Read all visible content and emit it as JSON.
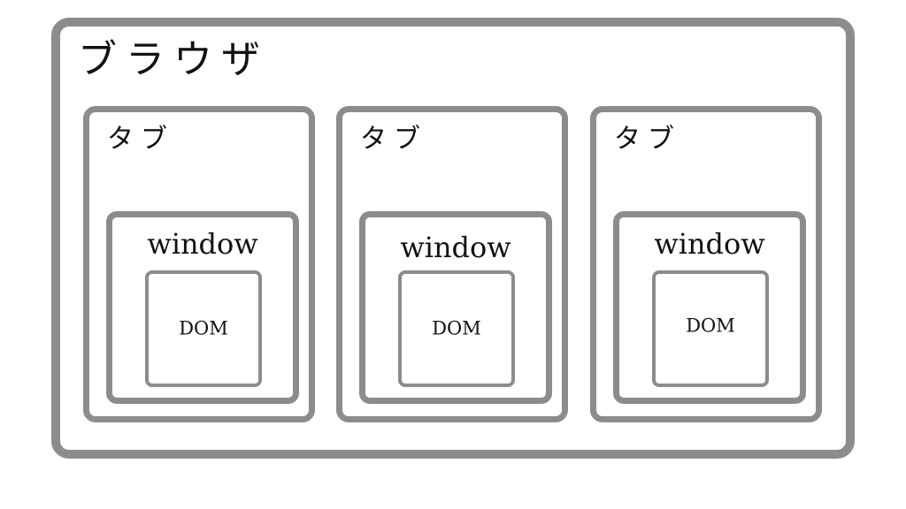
{
  "browser": {
    "label": "ブラウザ"
  },
  "tabs": [
    {
      "label": "タブ",
      "window": {
        "label": "window",
        "dom": {
          "label": "DOM"
        }
      }
    },
    {
      "label": "タブ",
      "window": {
        "label": "window",
        "dom": {
          "label": "DOM"
        }
      }
    },
    {
      "label": "タブ",
      "window": {
        "label": "window",
        "dom": {
          "label": "DOM"
        }
      }
    }
  ],
  "colors": {
    "border": "#8c8c8c",
    "text": "#111111",
    "background": "#ffffff"
  }
}
